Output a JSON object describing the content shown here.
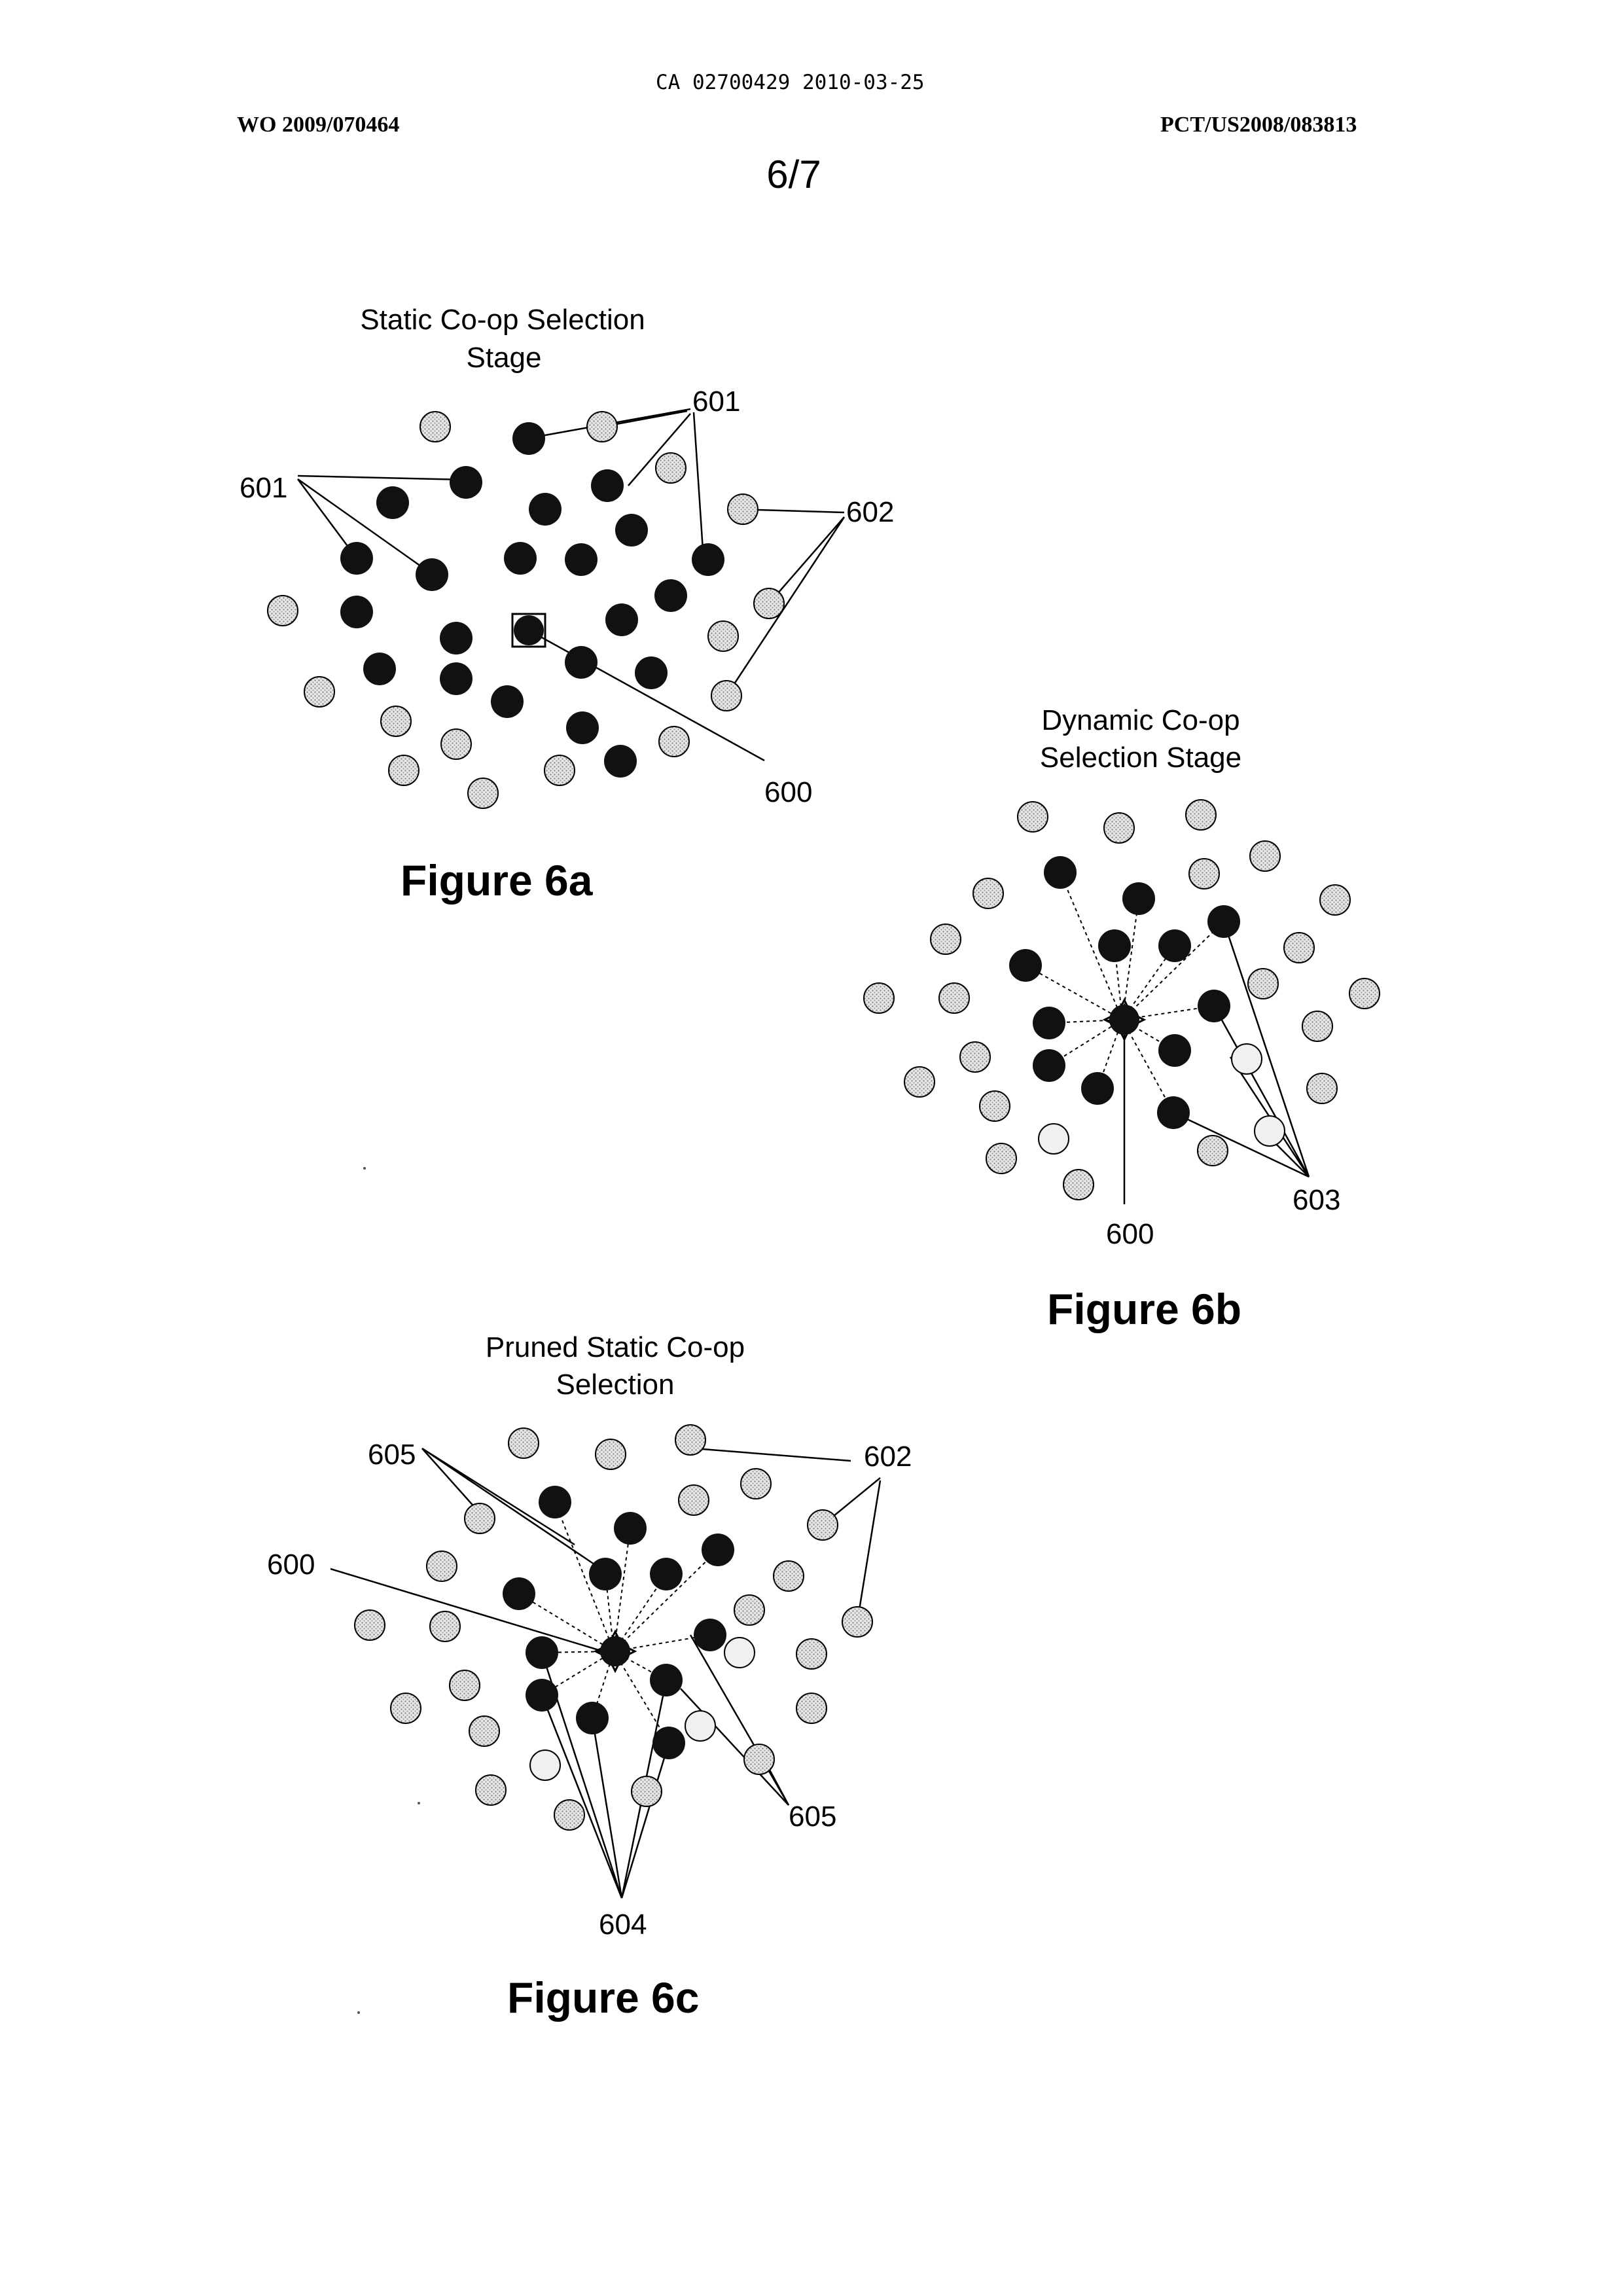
{
  "header": {
    "ca_number": "CA 02700429 2010-03-25",
    "wo_number": "WO 2009/070464",
    "pct_number": "PCT/US2008/083813",
    "page": "6/7"
  },
  "figures": {
    "fig6a": {
      "title_line1": "Static Co-op Selection",
      "title_line2": "Stage",
      "caption": "Figure 6a",
      "labels": {
        "l601a": "601",
        "l601b": "601",
        "l602": "602",
        "l600": "600"
      }
    },
    "fig6b": {
      "title_line1": "Dynamic Co-op",
      "title_line2": "Selection Stage",
      "caption": "Figure 6b",
      "labels": {
        "l603": "603",
        "l600": "600"
      }
    },
    "fig6c": {
      "title_line1": "Pruned Static Co-op",
      "title_line2": "Selection",
      "caption": "Figure 6c",
      "labels": {
        "l605a": "605",
        "l602": "602",
        "l600": "600",
        "l605b": "605",
        "l604": "604"
      }
    }
  },
  "colors": {
    "selected_node": "#111111",
    "unselected_node": "#d6d6d6",
    "line": "#000000"
  }
}
